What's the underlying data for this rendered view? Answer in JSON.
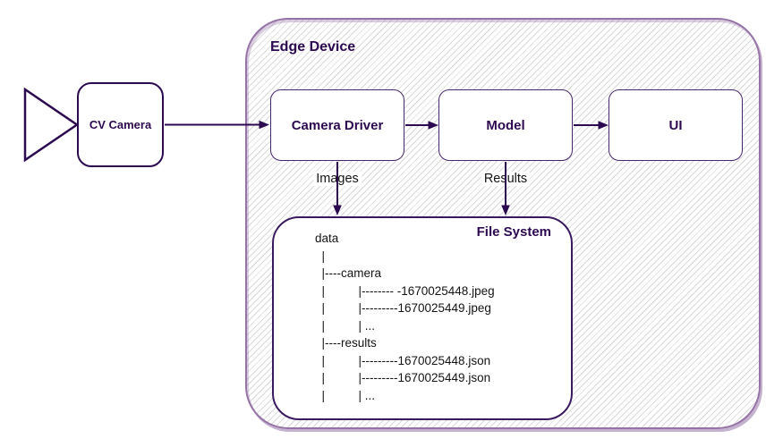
{
  "edge_device": {
    "label": "Edge Device"
  },
  "cv_camera": {
    "label": "CV Camera"
  },
  "nodes": {
    "camera_driver": {
      "label": "Camera Driver"
    },
    "model": {
      "label": "Model"
    },
    "ui": {
      "label": "UI"
    }
  },
  "flow_labels": {
    "images": "Images",
    "results": "Results"
  },
  "file_system": {
    "label": "File System",
    "tree_lines": [
      "data",
      "  |",
      "  |----camera",
      "  |          |-------- -1670025448.jpeg",
      "  |          |---------1670025449.jpeg",
      "  |          | ...",
      "  |----results",
      "  |          |---------1670025448.json",
      "  |          |---------1670025449.json",
      "  |          | ..."
    ]
  },
  "icons": {
    "camera_lens": "camera-lens-triangle-icon"
  },
  "colors": {
    "dark_purple": "#2c0a50",
    "box_border": "#46286a",
    "container_border": "#9673a6",
    "hatch_gray": "#d9d9d9",
    "text_black": "#141414"
  }
}
